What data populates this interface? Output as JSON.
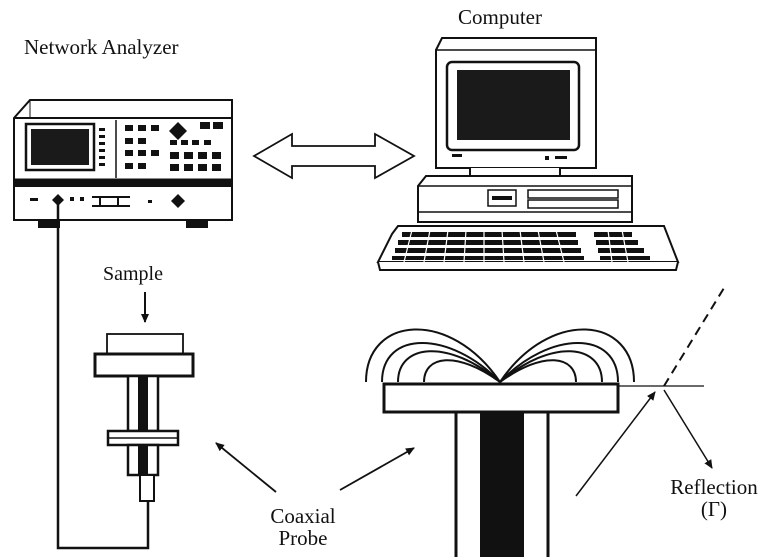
{
  "labels": {
    "network_analyzer": "Network Analyzer",
    "computer": "Computer",
    "sample": "Sample",
    "coaxial": "Coaxial",
    "probe": "Probe",
    "reflection": "Reflection",
    "reflection_symbol": "(Γ)"
  },
  "colors": {
    "ink": "#111111",
    "screen": "#1a1a1a",
    "background": "#ffffff"
  },
  "icons": {
    "network_analyzer": "network-analyzer-instrument",
    "computer": "desktop-computer",
    "link": "double-headed-arrow"
  }
}
